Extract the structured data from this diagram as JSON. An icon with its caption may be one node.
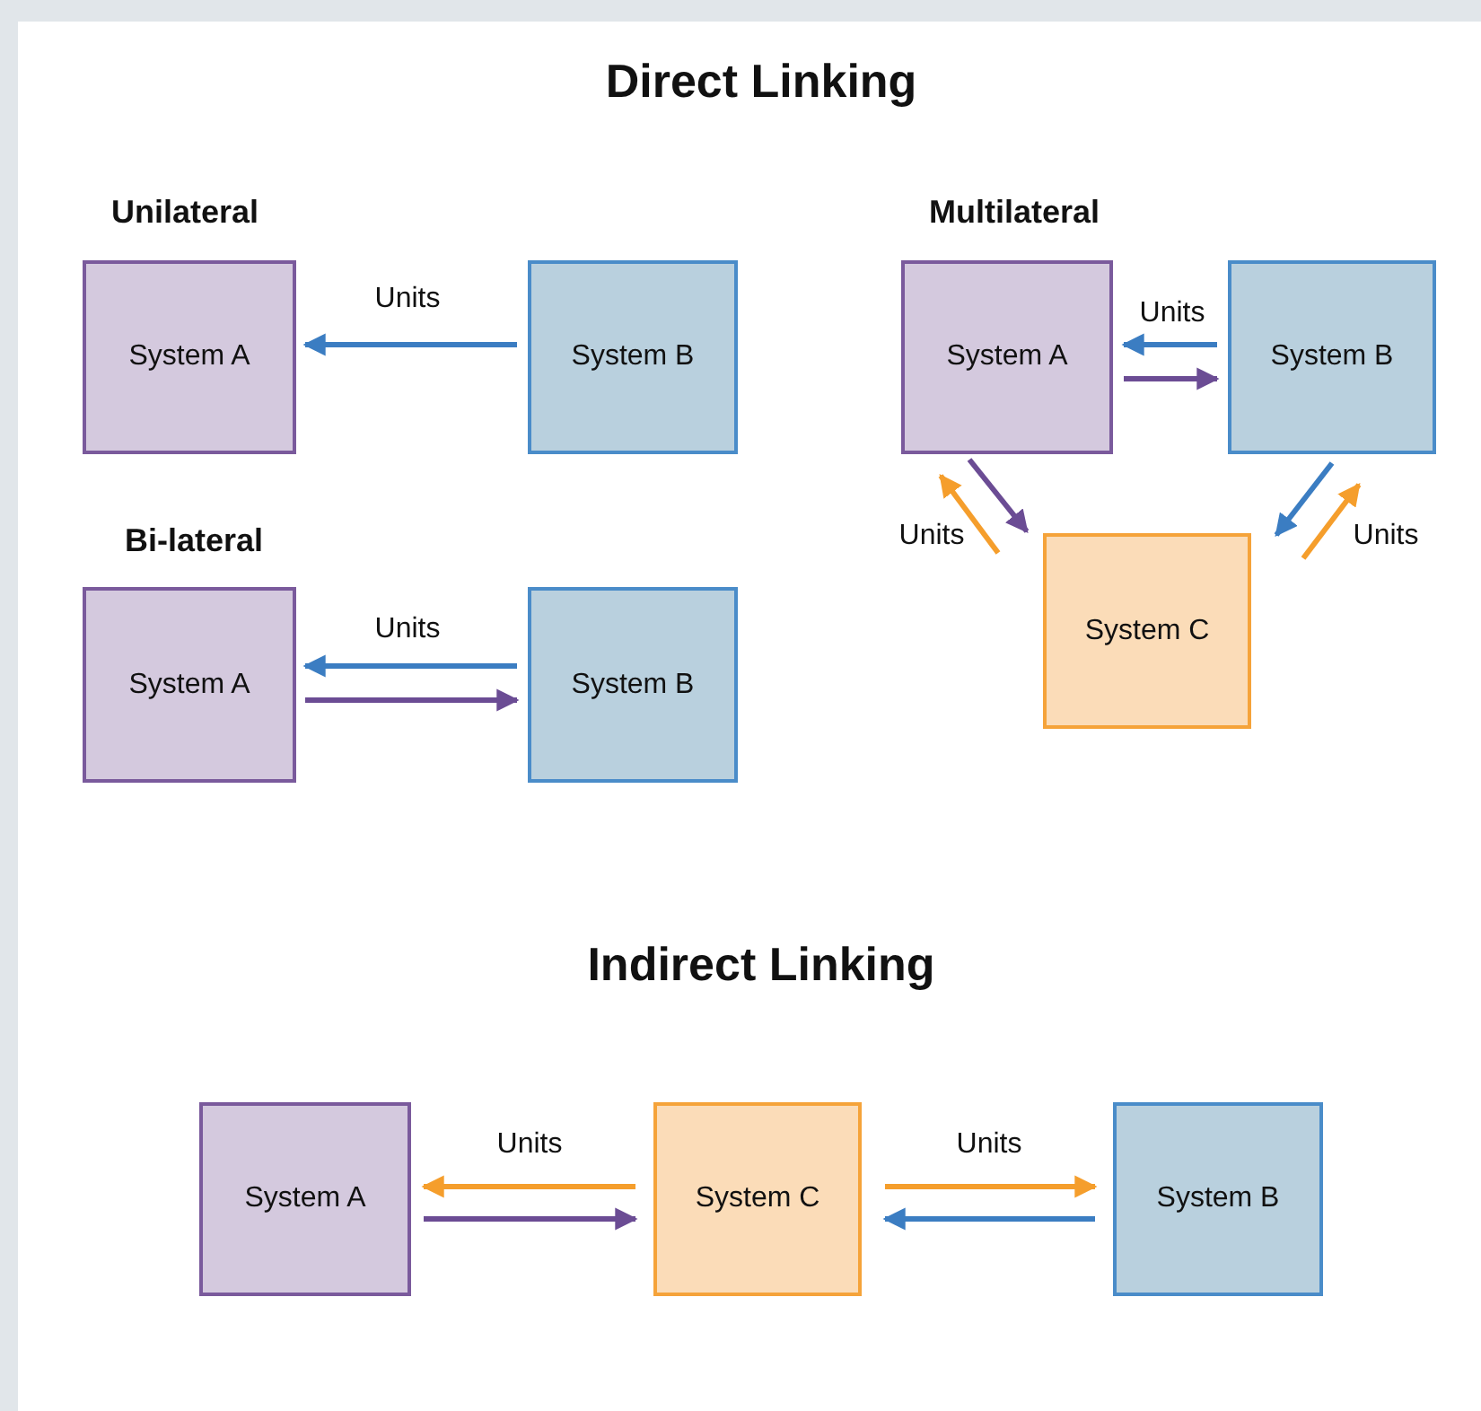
{
  "diagram": {
    "nodes": [
      {
        "text": [
          "System A"
        ]
      },
      {
        "text": [
          "System B"
        ]
      },
      {
        "text": [
          "System A"
        ]
      },
      {
        "text": [
          "System B"
        ]
      },
      {
        "text": [
          "System A"
        ]
      },
      {
        "text": [
          "System B"
        ]
      },
      {
        "text": [
          "System C"
        ]
      },
      {
        "text": [
          "System A"
        ]
      },
      {
        "text": [
          "System C"
        ]
      },
      {
        "text": [
          "System B"
        ]
      }
    ],
    "edges": [
      {
        "from": 1,
        "to": 0,
        "arrow": "to",
        "label": "Units",
        "color": "#3b7dc2"
      },
      {
        "from": 3,
        "to": 2,
        "arrow": "to",
        "label": "Units",
        "color": "#3b7dc2"
      },
      {
        "from": 2,
        "to": 3,
        "arrow": "to",
        "color": "#6b4c94"
      },
      {
        "from": 5,
        "to": 4,
        "arrow": "to",
        "label": "Units",
        "color": "#3b7dc2"
      },
      {
        "from": 4,
        "to": 5,
        "arrow": "to",
        "color": "#6b4c94"
      },
      {
        "from": 4,
        "to": 6,
        "arrow": "to",
        "color": "#6b4c94"
      },
      {
        "from": 6,
        "to": 4,
        "arrow": "to",
        "label": "Units",
        "color": "#f59e2c"
      },
      {
        "from": 5,
        "to": 6,
        "arrow": "to",
        "color": "#3b7dc2"
      },
      {
        "from": 6,
        "to": 5,
        "arrow": "to",
        "label": "Units",
        "color": "#f59e2c"
      },
      {
        "from": 8,
        "to": 7,
        "arrow": "to",
        "label": "Units",
        "color": "#f59e2c"
      },
      {
        "from": 7,
        "to": 8,
        "arrow": "to",
        "color": "#6b4c94"
      },
      {
        "from": 8,
        "to": 9,
        "arrow": "to",
        "label": "Units",
        "color": "#f59e2c"
      },
      {
        "from": 9,
        "to": 8,
        "arrow": "to",
        "color": "#3b7dc2"
      }
    ],
    "labels": [
      "Direct Linking",
      "Unilateral",
      "Multilateral",
      "Bi-lateral",
      "Indirect Linking"
    ]
  }
}
